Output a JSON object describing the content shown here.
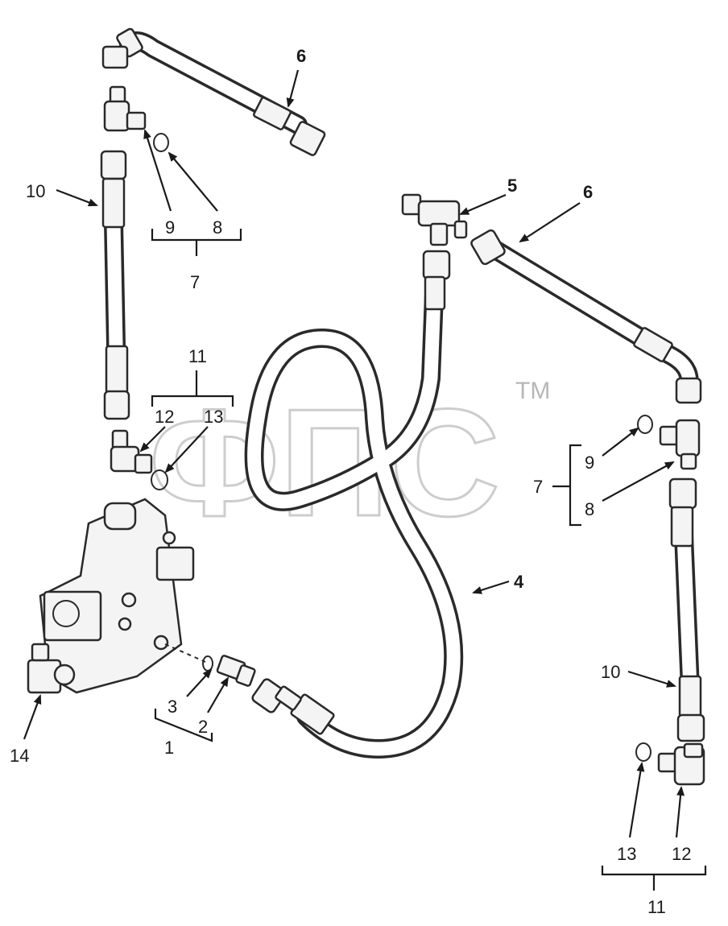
{
  "watermark": {
    "text": "ФПС",
    "tm": "TM"
  },
  "labels": {
    "l1": "1",
    "l2": "2",
    "l3": "3",
    "l4": "4",
    "l5": "5",
    "l6a": "6",
    "l6b": "6",
    "l7a": "7",
    "l7b": "7",
    "l8a": "8",
    "l8b": "8",
    "l9a": "9",
    "l9b": "9",
    "l10a": "10",
    "l10b": "10",
    "l11a": "11",
    "l11b": "11",
    "l12a": "12",
    "l12b": "12",
    "l13a": "13",
    "l13b": "13",
    "l14": "14"
  },
  "colors": {
    "line": "#2a2a2a",
    "watermark": "#c8c8c8"
  }
}
